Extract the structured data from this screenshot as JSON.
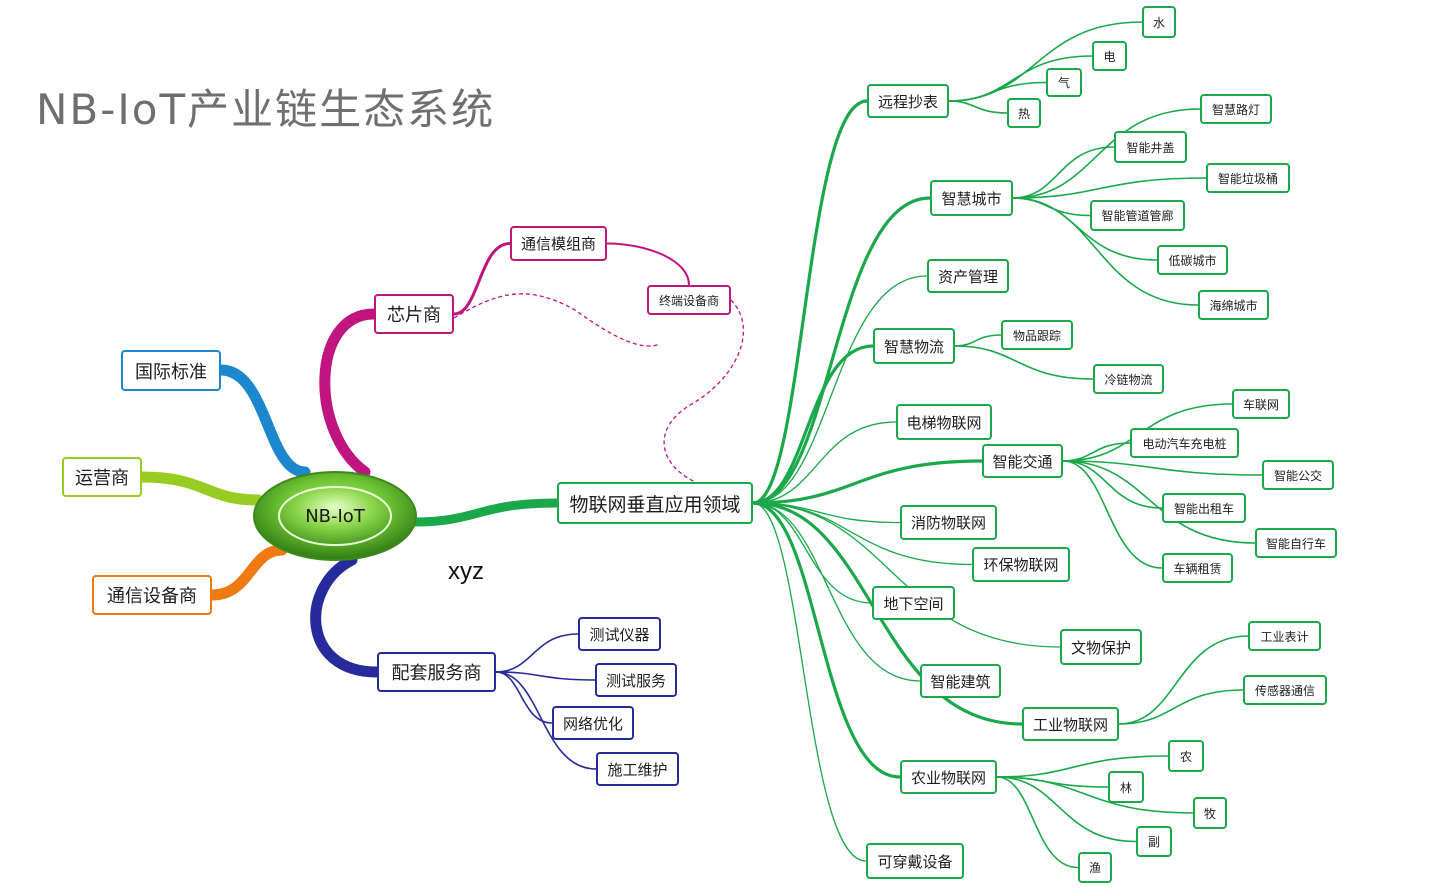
{
  "title": "NB-IoT产业链生态系统",
  "center": {
    "label": "NB-IoT"
  },
  "link_label": "xyz",
  "colors": {
    "green": "#1aa84a",
    "magenta": "#c0147f",
    "blue": "#1c87cc",
    "lime": "#99cc22",
    "orange": "#f07a12",
    "navy": "#272a9a",
    "dashed": "#c0147f"
  },
  "nodes": [
    {
      "id": "chip",
      "label": "芯片商",
      "color": "magenta"
    },
    {
      "id": "module",
      "label": "通信模组商",
      "color": "magenta"
    },
    {
      "id": "terminal",
      "label": "终端设备商",
      "color": "magenta"
    },
    {
      "id": "intl",
      "label": "国际标准",
      "color": "blue"
    },
    {
      "id": "operator",
      "label": "运营商",
      "color": "lime"
    },
    {
      "id": "equip",
      "label": "通信设备商",
      "color": "orange"
    },
    {
      "id": "support",
      "label": "配套服务商",
      "color": "navy"
    },
    {
      "id": "test_inst",
      "label": "测试仪器",
      "color": "navy"
    },
    {
      "id": "test_svc",
      "label": "测试服务",
      "color": "navy"
    },
    {
      "id": "net_opt",
      "label": "网络优化",
      "color": "navy"
    },
    {
      "id": "construct",
      "label": "施工维护",
      "color": "navy"
    },
    {
      "id": "iot",
      "label": "物联网垂直应用领域",
      "color": "green"
    },
    {
      "id": "meter",
      "label": "远程抄表",
      "color": "green"
    },
    {
      "id": "water",
      "label": "水",
      "color": "green"
    },
    {
      "id": "elec",
      "label": "电",
      "color": "green"
    },
    {
      "id": "gas",
      "label": "气",
      "color": "green"
    },
    {
      "id": "heat",
      "label": "热",
      "color": "green"
    },
    {
      "id": "city",
      "label": "智慧城市",
      "color": "green"
    },
    {
      "id": "streetlight",
      "label": "智慧路灯",
      "color": "green"
    },
    {
      "id": "manhole",
      "label": "智能井盖",
      "color": "green"
    },
    {
      "id": "trash",
      "label": "智能垃圾桶",
      "color": "green"
    },
    {
      "id": "pipe",
      "label": "智能管道管廊",
      "color": "green"
    },
    {
      "id": "lowcarbon",
      "label": "低碳城市",
      "color": "green"
    },
    {
      "id": "sponge",
      "label": "海绵城市",
      "color": "green"
    },
    {
      "id": "asset",
      "label": "资产管理",
      "color": "green"
    },
    {
      "id": "logistics",
      "label": "智慧物流",
      "color": "green"
    },
    {
      "id": "tracking",
      "label": "物品跟踪",
      "color": "green"
    },
    {
      "id": "coldchain",
      "label": "冷链物流",
      "color": "green"
    },
    {
      "id": "elevator",
      "label": "电梯物联网",
      "color": "green"
    },
    {
      "id": "traffic",
      "label": "智能交通",
      "color": "green"
    },
    {
      "id": "v2x",
      "label": "车联网",
      "color": "green"
    },
    {
      "id": "evcharge",
      "label": "电动汽车充电桩",
      "color": "green"
    },
    {
      "id": "bus",
      "label": "智能公交",
      "color": "green"
    },
    {
      "id": "taxi",
      "label": "智能出租车",
      "color": "green"
    },
    {
      "id": "bike",
      "label": "智能自行车",
      "color": "green"
    },
    {
      "id": "rental",
      "label": "车辆租赁",
      "color": "green"
    },
    {
      "id": "fire",
      "label": "消防物联网",
      "color": "green"
    },
    {
      "id": "env",
      "label": "环保物联网",
      "color": "green"
    },
    {
      "id": "underground",
      "label": "地下空间",
      "color": "green"
    },
    {
      "id": "heritage",
      "label": "文物保护",
      "color": "green"
    },
    {
      "id": "building",
      "label": "智能建筑",
      "color": "green"
    },
    {
      "id": "industry",
      "label": "工业物联网",
      "color": "green"
    },
    {
      "id": "indmeter",
      "label": "工业表计",
      "color": "green"
    },
    {
      "id": "sensorcomm",
      "label": "传感器通信",
      "color": "green"
    },
    {
      "id": "agri",
      "label": "农业物联网",
      "color": "green"
    },
    {
      "id": "farm",
      "label": "农",
      "color": "green"
    },
    {
      "id": "forest",
      "label": "林",
      "color": "green"
    },
    {
      "id": "herd",
      "label": "牧",
      "color": "green"
    },
    {
      "id": "side",
      "label": "副",
      "color": "green"
    },
    {
      "id": "fish",
      "label": "渔",
      "color": "green"
    },
    {
      "id": "wearable",
      "label": "可穿戴设备",
      "color": "green"
    }
  ],
  "edges": [
    [
      "center",
      "chip"
    ],
    [
      "center",
      "intl"
    ],
    [
      "center",
      "operator"
    ],
    [
      "center",
      "equip"
    ],
    [
      "center",
      "support"
    ],
    [
      "center",
      "iot"
    ],
    [
      "chip",
      "module"
    ],
    [
      "module",
      "terminal"
    ],
    [
      "support",
      "test_inst"
    ],
    [
      "support",
      "test_svc"
    ],
    [
      "support",
      "net_opt"
    ],
    [
      "support",
      "construct"
    ],
    [
      "iot",
      "meter"
    ],
    [
      "iot",
      "city"
    ],
    [
      "iot",
      "asset"
    ],
    [
      "iot",
      "logistics"
    ],
    [
      "iot",
      "elevator"
    ],
    [
      "iot",
      "traffic"
    ],
    [
      "iot",
      "fire"
    ],
    [
      "iot",
      "env"
    ],
    [
      "iot",
      "underground"
    ],
    [
      "iot",
      "heritage"
    ],
    [
      "iot",
      "building"
    ],
    [
      "iot",
      "industry"
    ],
    [
      "iot",
      "agri"
    ],
    [
      "iot",
      "wearable"
    ],
    [
      "meter",
      "water"
    ],
    [
      "meter",
      "elec"
    ],
    [
      "meter",
      "gas"
    ],
    [
      "meter",
      "heat"
    ],
    [
      "city",
      "streetlight"
    ],
    [
      "city",
      "manhole"
    ],
    [
      "city",
      "trash"
    ],
    [
      "city",
      "pipe"
    ],
    [
      "city",
      "lowcarbon"
    ],
    [
      "city",
      "sponge"
    ],
    [
      "logistics",
      "tracking"
    ],
    [
      "logistics",
      "coldchain"
    ],
    [
      "traffic",
      "v2x"
    ],
    [
      "traffic",
      "evcharge"
    ],
    [
      "traffic",
      "bus"
    ],
    [
      "traffic",
      "taxi"
    ],
    [
      "traffic",
      "bike"
    ],
    [
      "traffic",
      "rental"
    ],
    [
      "industry",
      "indmeter"
    ],
    [
      "industry",
      "sensorcomm"
    ],
    [
      "agri",
      "farm"
    ],
    [
      "agri",
      "forest"
    ],
    [
      "agri",
      "herd"
    ],
    [
      "agri",
      "side"
    ],
    [
      "agri",
      "fish"
    ]
  ],
  "dashed_edges": [
    [
      "chip",
      "terminal"
    ],
    [
      "terminal",
      "iot"
    ]
  ]
}
